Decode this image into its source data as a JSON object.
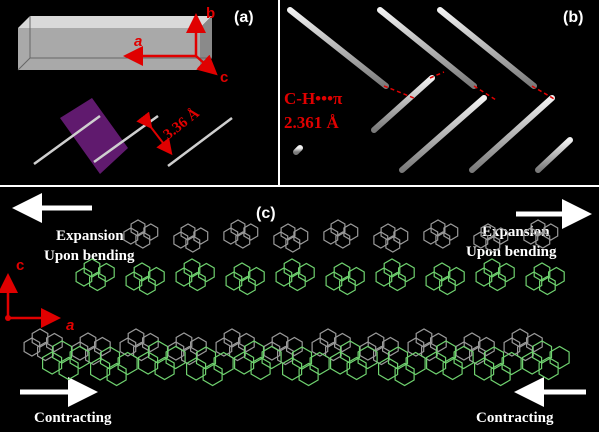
{
  "panels": {
    "a": {
      "label": "(a)",
      "axis_b": "b",
      "axis_a": "a",
      "axis_c": "c",
      "distance": "3.36 Å"
    },
    "b": {
      "label": "(b)",
      "interaction_line1": "C-H•••π",
      "interaction_line2": "2.361 Å"
    },
    "c": {
      "label": "(c)",
      "left_top_line1": "Expansion",
      "left_top_line2": "Upon bending",
      "right_top_line1": "Expansion",
      "right_top_line2": "Upon bending",
      "left_bottom": "Contracting",
      "right_bottom": "Contracting",
      "axis_c": "c",
      "axis_a": "a"
    }
  },
  "colors": {
    "background": "#000000",
    "annotation_red": "#e00000",
    "divider": "#ffffff",
    "upper_layer_gray": "#9a9a9a",
    "molecule_green": "#6fd16f",
    "purple_plane": "#6a1d7a"
  }
}
